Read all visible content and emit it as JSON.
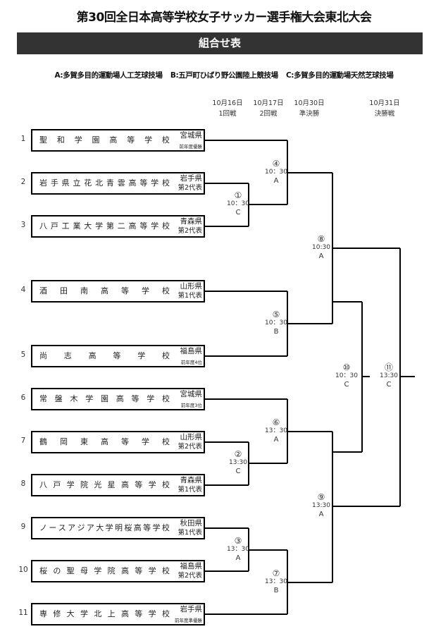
{
  "title": "第30回全日本高等学校女子サッカー選手権大会東北大会",
  "subtitle": "組合せ表",
  "venues": [
    "A:多賀多目的運動場人工芝球技場",
    "B:五戸町ひばり野公園陸上競技場",
    "C:多賀多目的運動場天然芝球技場"
  ],
  "rounds": [
    {
      "date": "10月16日",
      "name": "1回戦"
    },
    {
      "date": "10月17日",
      "name": "2回戦"
    },
    {
      "date": "10月30日",
      "name": "準決勝"
    },
    {
      "date": "10月31日",
      "name": "決勝戦"
    }
  ],
  "teams": [
    {
      "seed": "1",
      "name": "聖和学園高等学校",
      "prefecture": "宮城県",
      "note": "前年度優勝"
    },
    {
      "seed": "2",
      "name": "岩手県立花北青雲高等学校",
      "prefecture": "岩手県",
      "note": "第2代表"
    },
    {
      "seed": "3",
      "name": "八戸工業大学第二高等学校",
      "prefecture": "青森県",
      "note": "第2代表"
    },
    {
      "seed": "4",
      "name": "酒田南高等学校",
      "prefecture": "山形県",
      "note": "第1代表"
    },
    {
      "seed": "5",
      "name": "尚志高等学校",
      "prefecture": "福島県",
      "note": "前年度4位"
    },
    {
      "seed": "6",
      "name": "常盤木学園高等学校",
      "prefecture": "宮城県",
      "note": "前年度3位"
    },
    {
      "seed": "7",
      "name": "鶴岡東高等学校",
      "prefecture": "山形県",
      "note": "第2代表"
    },
    {
      "seed": "8",
      "name": "八戸学院光星高等学校",
      "prefecture": "青森県",
      "note": "第1代表"
    },
    {
      "seed": "9",
      "name": "ノースアジア大学明桜高等学校",
      "prefecture": "秋田県",
      "note": "第1代表"
    },
    {
      "seed": "10",
      "name": "桜の聖母学院高等学校",
      "prefecture": "福島県",
      "note": "第2代表"
    },
    {
      "seed": "11",
      "name": "専修大学北上高等学校",
      "prefecture": "岩手県",
      "note": "前年度準優勝"
    }
  ],
  "matches": [
    {
      "num": "①",
      "time": "10：30",
      "venue": "C"
    },
    {
      "num": "②",
      "time": "13:30",
      "venue": "C"
    },
    {
      "num": "③",
      "time": "13：30",
      "venue": "A"
    },
    {
      "num": "④",
      "time": "10：30",
      "venue": "A"
    },
    {
      "num": "⑤",
      "time": "10：30",
      "venue": "B"
    },
    {
      "num": "⑥",
      "time": "13：30",
      "venue": "A"
    },
    {
      "num": "⑦",
      "time": "13：30",
      "venue": "B"
    },
    {
      "num": "⑧",
      "time": "10:30",
      "venue": "A"
    },
    {
      "num": "⑨",
      "time": "13:30",
      "venue": "A"
    },
    {
      "num": "⑩",
      "time": "10：30",
      "venue": "C"
    },
    {
      "num": "⑪",
      "time": "13:30",
      "venue": "C"
    }
  ]
}
